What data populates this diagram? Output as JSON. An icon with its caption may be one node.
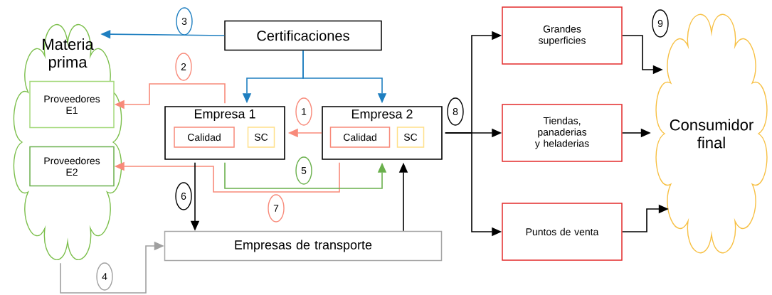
{
  "diagram": {
    "nodes": [
      {
        "text": [
          "Materia prima"
        ]
      },
      {
        "text": [
          "Proveedores E1"
        ],
        "in": 0
      },
      {
        "text": [
          "Proveedores E2"
        ],
        "in": 0
      },
      {
        "text": [
          "Certificaciones"
        ]
      },
      {
        "text": [
          "Empresa 1"
        ]
      },
      {
        "text": [
          "Calidad"
        ],
        "in": 4
      },
      {
        "text": [
          "SC"
        ],
        "in": 4
      },
      {
        "text": [
          "Empresa 2"
        ]
      },
      {
        "text": [
          "Calidad"
        ],
        "in": 7
      },
      {
        "text": [
          "SC"
        ],
        "in": 7
      },
      {
        "text": [
          "Empresas de transporte"
        ]
      },
      {
        "text": [
          "Grandes superficies"
        ]
      },
      {
        "text": [
          "Tiendas, panaderias y heladerias"
        ]
      },
      {
        "text": [
          "Puntos de venta"
        ]
      },
      {
        "text": [
          "Consumidor final"
        ]
      }
    ],
    "edges": [
      {
        "from": 3,
        "to": 0,
        "arrow": "to",
        "label": "3",
        "color": "#1f7fc0"
      },
      {
        "from": 3,
        "to": 4,
        "arrow": "to",
        "color": "#1f7fc0"
      },
      {
        "from": 3,
        "to": 7,
        "arrow": "to",
        "color": "#1f7fc0"
      },
      {
        "from": 4,
        "to": 1,
        "arrow": "to",
        "label": "2",
        "color": "#f88a7a"
      },
      {
        "from": 7,
        "to": 4,
        "arrow": "to",
        "label": "1",
        "color": "#f88a7a"
      },
      {
        "from": 7,
        "to": 2,
        "arrow": "to",
        "label": "7",
        "color": "#f88a7a"
      },
      {
        "from": 4,
        "to": 7,
        "arrow": "to",
        "label": "5",
        "color": "#6ab04c"
      },
      {
        "from": 4,
        "to": 10,
        "arrow": "to",
        "label": "6"
      },
      {
        "from": 10,
        "to": 7,
        "arrow": "to"
      },
      {
        "from": 0,
        "to": 10,
        "arrow": "to",
        "label": "4",
        "color": "#a0a0a0"
      },
      {
        "from": 7,
        "to": 11,
        "arrow": "to"
      },
      {
        "from": 7,
        "to": 12,
        "arrow": "to",
        "label": "8"
      },
      {
        "from": 7,
        "to": 13,
        "arrow": "to"
      },
      {
        "from": 11,
        "to": 14,
        "arrow": "to",
        "label": "9"
      },
      {
        "from": 12,
        "to": 14,
        "arrow": "to"
      },
      {
        "from": 13,
        "to": 14,
        "arrow": "to"
      }
    ]
  }
}
